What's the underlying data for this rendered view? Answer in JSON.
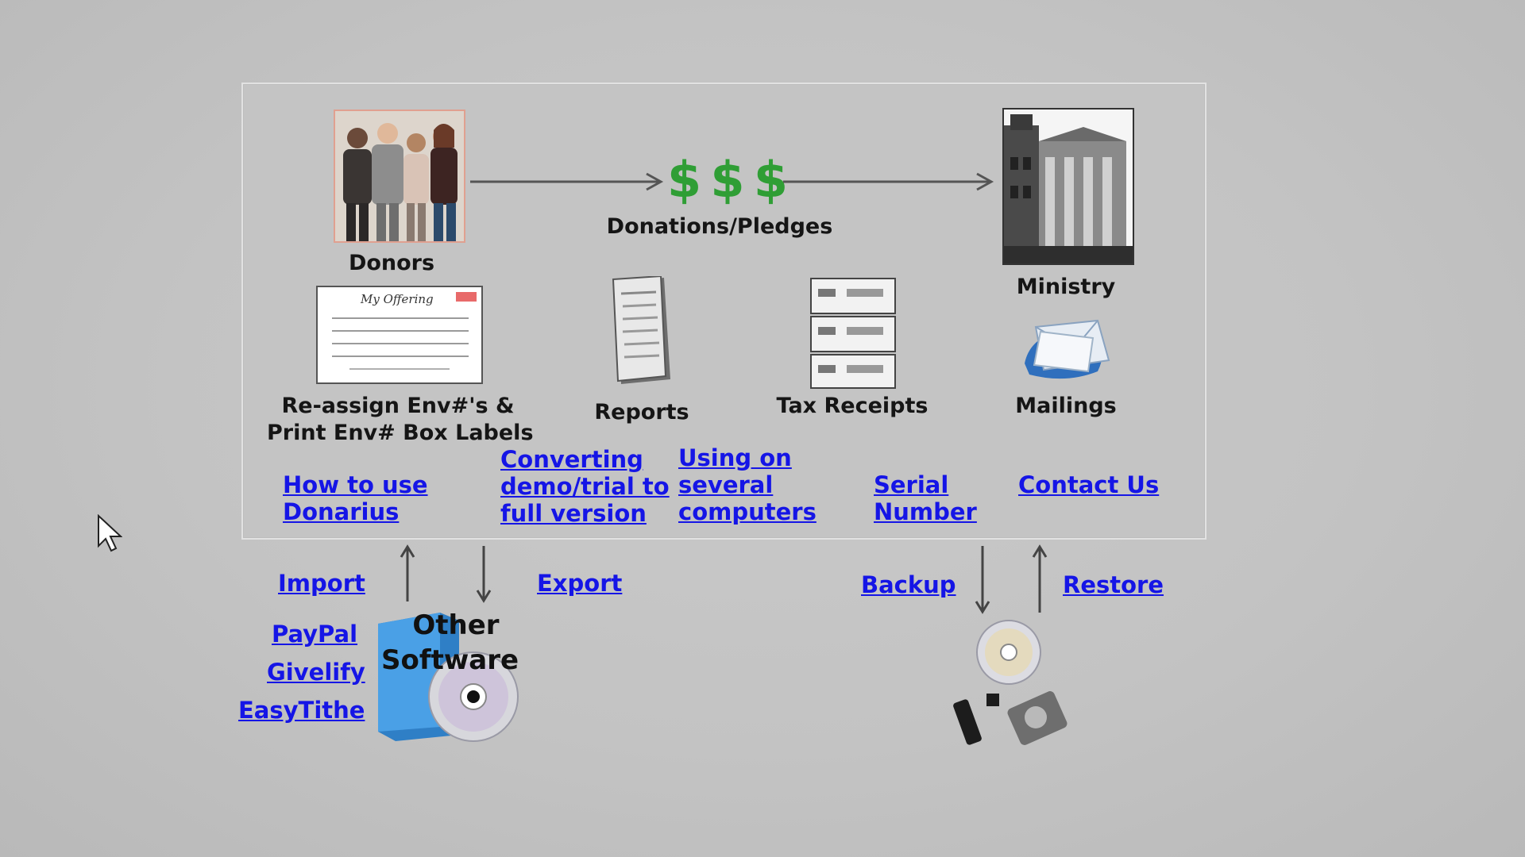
{
  "flow": {
    "donors_label": "Donors",
    "dollar_symbols": [
      "$",
      "$",
      "$"
    ],
    "donations_label": "Donations/Pledges",
    "ministry_label": "Ministry",
    "offering_card_title": "My Offering",
    "reassign_label_line1": "Re-assign Env#'s &",
    "reassign_label_line2": "Print Env# Box Labels",
    "reports_label": "Reports",
    "tax_receipts_label": "Tax Receipts",
    "mailings_label": "Mailings"
  },
  "links": {
    "how_to_use_line1": "How to use",
    "how_to_use_line2": "Donarius",
    "converting_line1": "Converting",
    "converting_line2": "demo/trial to",
    "converting_line3": "full version",
    "several_line1": "Using on",
    "several_line2": "several",
    "several_line3": "computers",
    "serial_line1": "Serial",
    "serial_line2": "Number",
    "contact_us": "Contact Us",
    "import": "Import",
    "export": "Export",
    "paypal": "PayPal",
    "givelify": "Givelify",
    "easytithe": "EasyTithe",
    "backup": "Backup",
    "restore": "Restore"
  },
  "software_box": {
    "line1": "Other",
    "line2": "Software"
  },
  "colors": {
    "link": "#1515e6",
    "dollar": "#2f9e35",
    "background": "#c4c4c4"
  }
}
